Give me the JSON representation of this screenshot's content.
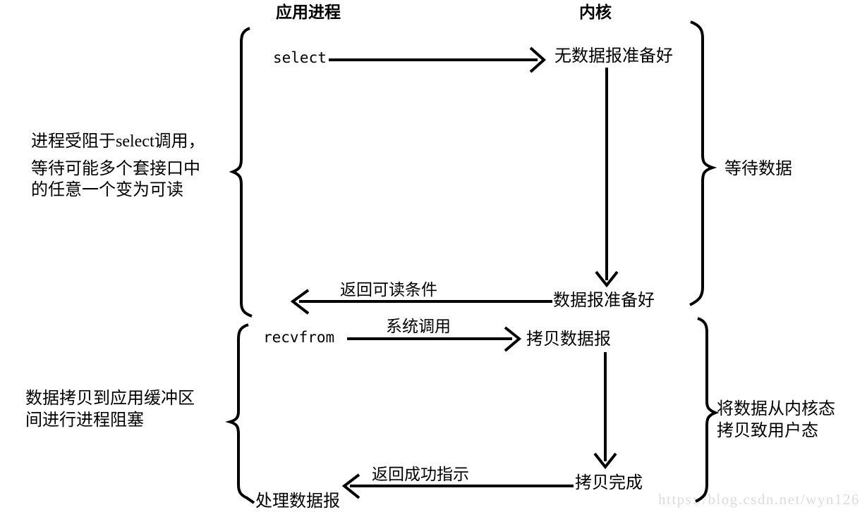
{
  "diagram": {
    "headers": {
      "app_process": "应用进程",
      "kernel": "内核"
    },
    "nodes": {
      "select_call": "select",
      "recvfrom_call": "recvfrom",
      "no_datagram_ready": "无数据报准备好",
      "datagram_ready": "数据报准备好",
      "copy_datagram": "拷贝数据报",
      "copy_complete": "拷贝完成",
      "process_datagram": "处理数据报"
    },
    "arrow_labels": {
      "return_readable_condition": "返回可读条件",
      "system_call": "系统调用",
      "return_success_indication": "返回成功指示"
    },
    "annotations": {
      "left_top": {
        "line1": "进程受阻于select调用，",
        "line2": "等待可能多个套接口中",
        "line3": "的任意一个变为可读"
      },
      "left_bottom": {
        "line1": "数据拷贝到应用缓冲区",
        "line2": "间进行进程阻塞"
      },
      "right_top": "等待数据",
      "right_bottom": {
        "line1": "将数据从内核态",
        "line2": "拷贝致用户态"
      }
    },
    "watermark": "https://blog.csdn.net/wyn126",
    "colors": {
      "ink": "#000000",
      "watermark": "#dcdcdc",
      "background": "#ffffff"
    }
  }
}
